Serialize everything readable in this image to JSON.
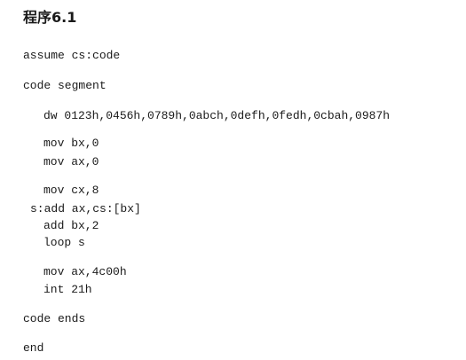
{
  "document": {
    "title": "程序6.1",
    "lines": [
      "assume cs:code",
      "code segment",
      "dw 0123h,0456h,0789h,0abch,0defh,0fedh,0cbah,0987h",
      "mov bx,0",
      "mov ax,0",
      "mov cx,8",
      "s:add ax,cs:[bx]",
      "add bx,2",
      "loop s",
      "mov ax,4c00h",
      "int 21h",
      "code ends",
      "end"
    ]
  }
}
